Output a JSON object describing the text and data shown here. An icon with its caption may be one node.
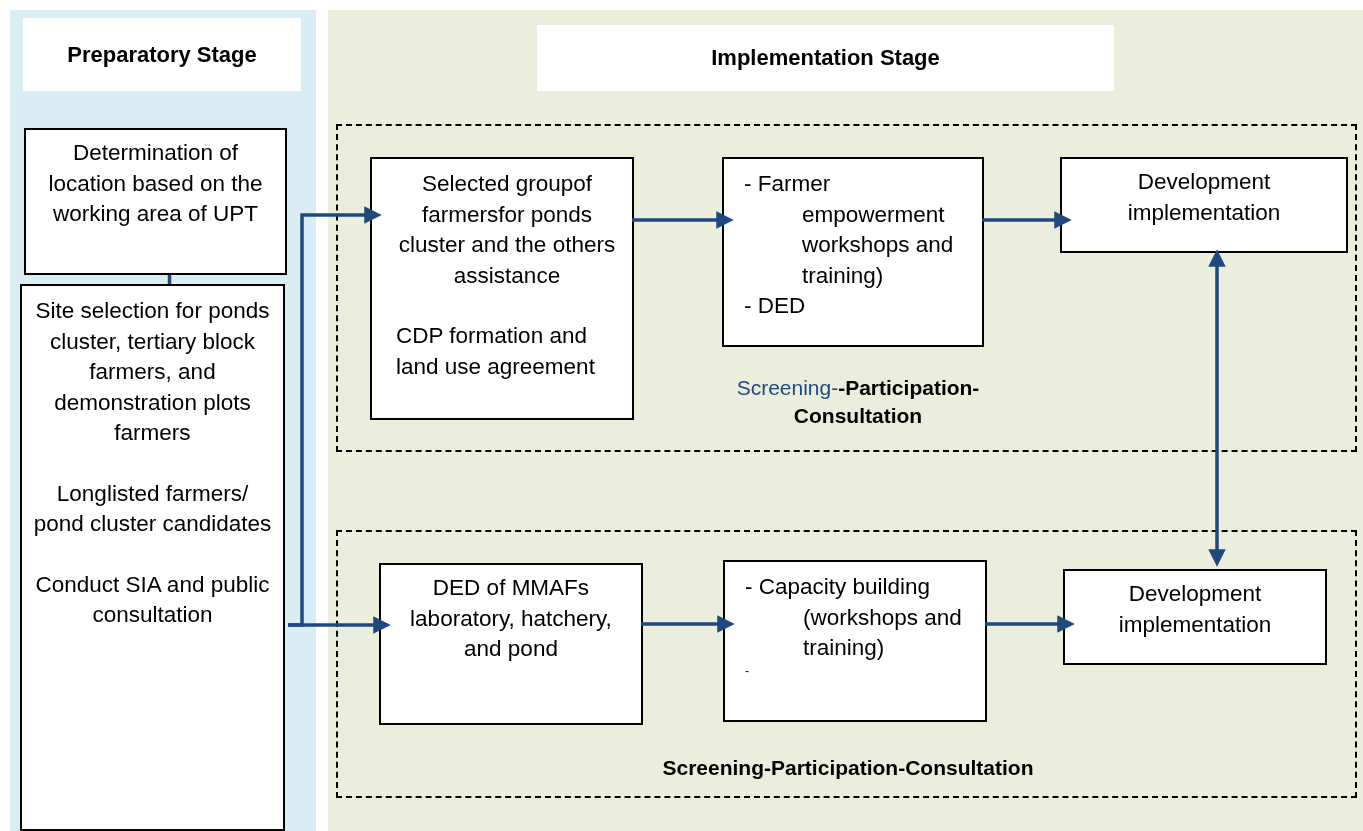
{
  "diagram": {
    "nodes": [
      {
        "text": [
          "Preparatory Stage"
        ]
      },
      {
        "text": [
          "Determination of location based on the working area of UPT"
        ],
        "in": 0
      },
      {
        "text": [
          "Site selection for ponds cluster, tertiary block farmers, and demonstration plots farmers",
          "Longlisted farmers/ pond cluster candidates",
          "Conduct SIA and public consultation"
        ],
        "in": 0
      },
      {
        "text": [
          "Implementation Stage"
        ]
      },
      {
        "text": [
          "Screening-**-Participation- Consultation**"
        ],
        "in": 3
      },
      {
        "text": [
          "Selected groupof farmersfor ponds cluster and the others assistance",
          "CDP formation and land use agreement"
        ],
        "in": 4
      },
      {
        "text": [
          "- Farmer empowerment workshops and training)",
          "- DED"
        ],
        "in": 4
      },
      {
        "text": [
          "Development implementation"
        ],
        "in": 4
      },
      {
        "text": [
          "**Screening-Participation-Consultation**"
        ],
        "in": 3
      },
      {
        "text": [
          "DED of MMAFs laboratory, hatchery, and pond"
        ],
        "in": 8
      },
      {
        "text": [
          "- Capacity building (workshops and training)",
          "-"
        ],
        "in": 8
      },
      {
        "text": [
          "Development implementation"
        ],
        "in": 8
      }
    ],
    "edges": [
      {
        "from": 1,
        "to": 2,
        "arrow": "none"
      },
      {
        "from": 2,
        "to": 5,
        "arrow": "to"
      },
      {
        "from": 2,
        "to": 9,
        "arrow": "to"
      },
      {
        "from": 5,
        "to": 6,
        "arrow": "to"
      },
      {
        "from": 6,
        "to": 7,
        "arrow": "to"
      },
      {
        "from": 9,
        "to": 10,
        "arrow": "to"
      },
      {
        "from": 10,
        "to": 11,
        "arrow": "to"
      },
      {
        "from": 7,
        "to": 11,
        "arrow": "both"
      }
    ]
  }
}
